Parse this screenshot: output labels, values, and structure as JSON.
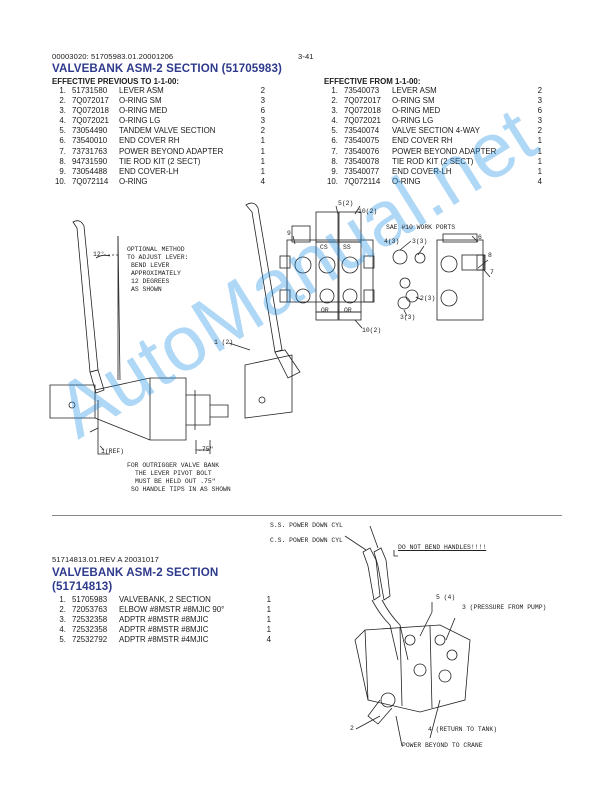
{
  "header": {
    "doc_id": "00003020: 51705983.01.20001206",
    "page": "3-41"
  },
  "section1": {
    "title": "VALVEBANK ASM-2 SECTION (51705983)",
    "left": {
      "heading": "EFFECTIVE PREVIOUS TO 1-1-00:",
      "items": [
        {
          "no": "1.",
          "part": "51731580",
          "desc": "LEVER ASM",
          "qty": "2"
        },
        {
          "no": "2.",
          "part": "7Q072017",
          "desc": "O-RING SM",
          "qty": "3"
        },
        {
          "no": "3.",
          "part": "7Q072018",
          "desc": "O-RING MED",
          "qty": "6"
        },
        {
          "no": "4.",
          "part": "7Q072021",
          "desc": "O-RING LG",
          "qty": "3"
        },
        {
          "no": "5.",
          "part": "73054490",
          "desc": "TANDEM VALVE SECTION",
          "qty": "2"
        },
        {
          "no": "6.",
          "part": "73540010",
          "desc": "END COVER RH",
          "qty": "1"
        },
        {
          "no": "7.",
          "part": "73731763",
          "desc": "POWER BEYOND ADAPTER",
          "qty": "1"
        },
        {
          "no": "8.",
          "part": "94731590",
          "desc": "TIE ROD KIT (2 SECT)",
          "qty": "1"
        },
        {
          "no": "9.",
          "part": "73054488",
          "desc": "END COVER-LH",
          "qty": "1"
        },
        {
          "no": "10.",
          "part": "7Q072114",
          "desc": "O-RING",
          "qty": "4"
        }
      ]
    },
    "right": {
      "heading": "EFFECTIVE FROM 1-1-00:",
      "items": [
        {
          "no": "1.",
          "part": "73540073",
          "desc": "LEVER ASM",
          "qty": "2"
        },
        {
          "no": "2.",
          "part": "7Q072017",
          "desc": "O-RING SM",
          "qty": "3"
        },
        {
          "no": "3.",
          "part": "7Q072018",
          "desc": "O-RING MED",
          "qty": "6"
        },
        {
          "no": "4.",
          "part": "7Q072021",
          "desc": "O-RING LG",
          "qty": "3"
        },
        {
          "no": "5.",
          "part": "73540074",
          "desc": "VALVE SECTION 4-WAY",
          "qty": "2"
        },
        {
          "no": "6.",
          "part": "73540075",
          "desc": "END COVER RH",
          "qty": "1"
        },
        {
          "no": "7.",
          "part": "73540076",
          "desc": "POWER BEYOND ADAPTER",
          "qty": "1"
        },
        {
          "no": "8.",
          "part": "73540078",
          "desc": "TIE ROD KIT (2 SECT)",
          "qty": "1"
        },
        {
          "no": "9.",
          "part": "73540077",
          "desc": "END COVER-LH",
          "qty": "1"
        },
        {
          "no": "10.",
          "part": "7Q072114",
          "desc": "O-RING",
          "qty": "4"
        }
      ]
    }
  },
  "diagram1": {
    "optional_method": [
      "OPTIONAL METHOD",
      "TO ADJUST LEVER:",
      "BEND LEVER",
      "APPROXIMATELY",
      "12 DEGREES",
      "AS SHOWN"
    ],
    "angle": "12°",
    "ref_label": "1(REF)",
    "dim": ".75\"",
    "lever_label": "1 (2)",
    "outrigger_note": [
      "FOR OUTRIGGER VALVE BANK",
      "THE LEVER PIVOT BOLT",
      "MUST BE HELD OUT .75\"",
      "SO HANDLE TIPS IN AS SHOWN"
    ],
    "callout_5": "5(2)",
    "callout_10a": "10(2)",
    "callout_10b": "10(2)",
    "callout_9": "9",
    "sae_ports": "SAE #10 WORK PORTS",
    "callout_4": "4(3)",
    "callout_3a": "3(3)",
    "callout_2": "2(3)",
    "callout_3b": "3(3)",
    "callout_6": "6",
    "callout_8": "8",
    "callout_7": "7",
    "cs": "CS",
    "ss": "SS",
    "or1": "OR",
    "or2": "OR"
  },
  "section2": {
    "ref": "51714813.01.REV A 20031017",
    "title_line1": "VALVEBANK ASM-2 SECTION",
    "title_line2": "(51714813)",
    "items": [
      {
        "no": "1.",
        "part": "51705983",
        "desc": "VALVEBANK, 2 SECTION",
        "qty": "1"
      },
      {
        "no": "2.",
        "part": "72053763",
        "desc": "ELBOW #8MSTR #8MJIC 90°",
        "qty": "1"
      },
      {
        "no": "3.",
        "part": "72532358",
        "desc": "ADPTR #8MSTR #8MJIC",
        "qty": "1"
      },
      {
        "no": "4.",
        "part": "72532358",
        "desc": "ADPTR #8MSTR #8MJIC",
        "qty": "1"
      },
      {
        "no": "5.",
        "part": "72532792",
        "desc": "ADPTR #8MSTR #4MJIC",
        "qty": "4"
      }
    ]
  },
  "diagram2": {
    "ss_power": "S.S. POWER DOWN CYL",
    "cs_power": "C.S. POWER DOWN CYL",
    "warning": "DO NOT BEND HANDLES!!!!",
    "callout_5": "5 (4)",
    "callout_3": "3 (PRESSURE FROM PUMP)",
    "callout_4": "4 (RETURN TO TANK)",
    "callout_2": "2",
    "power_beyond": "POWER BEYOND TO CRANE"
  },
  "watermark": {
    "text": "AutoManual.net",
    "color": "#1e8fe6"
  }
}
